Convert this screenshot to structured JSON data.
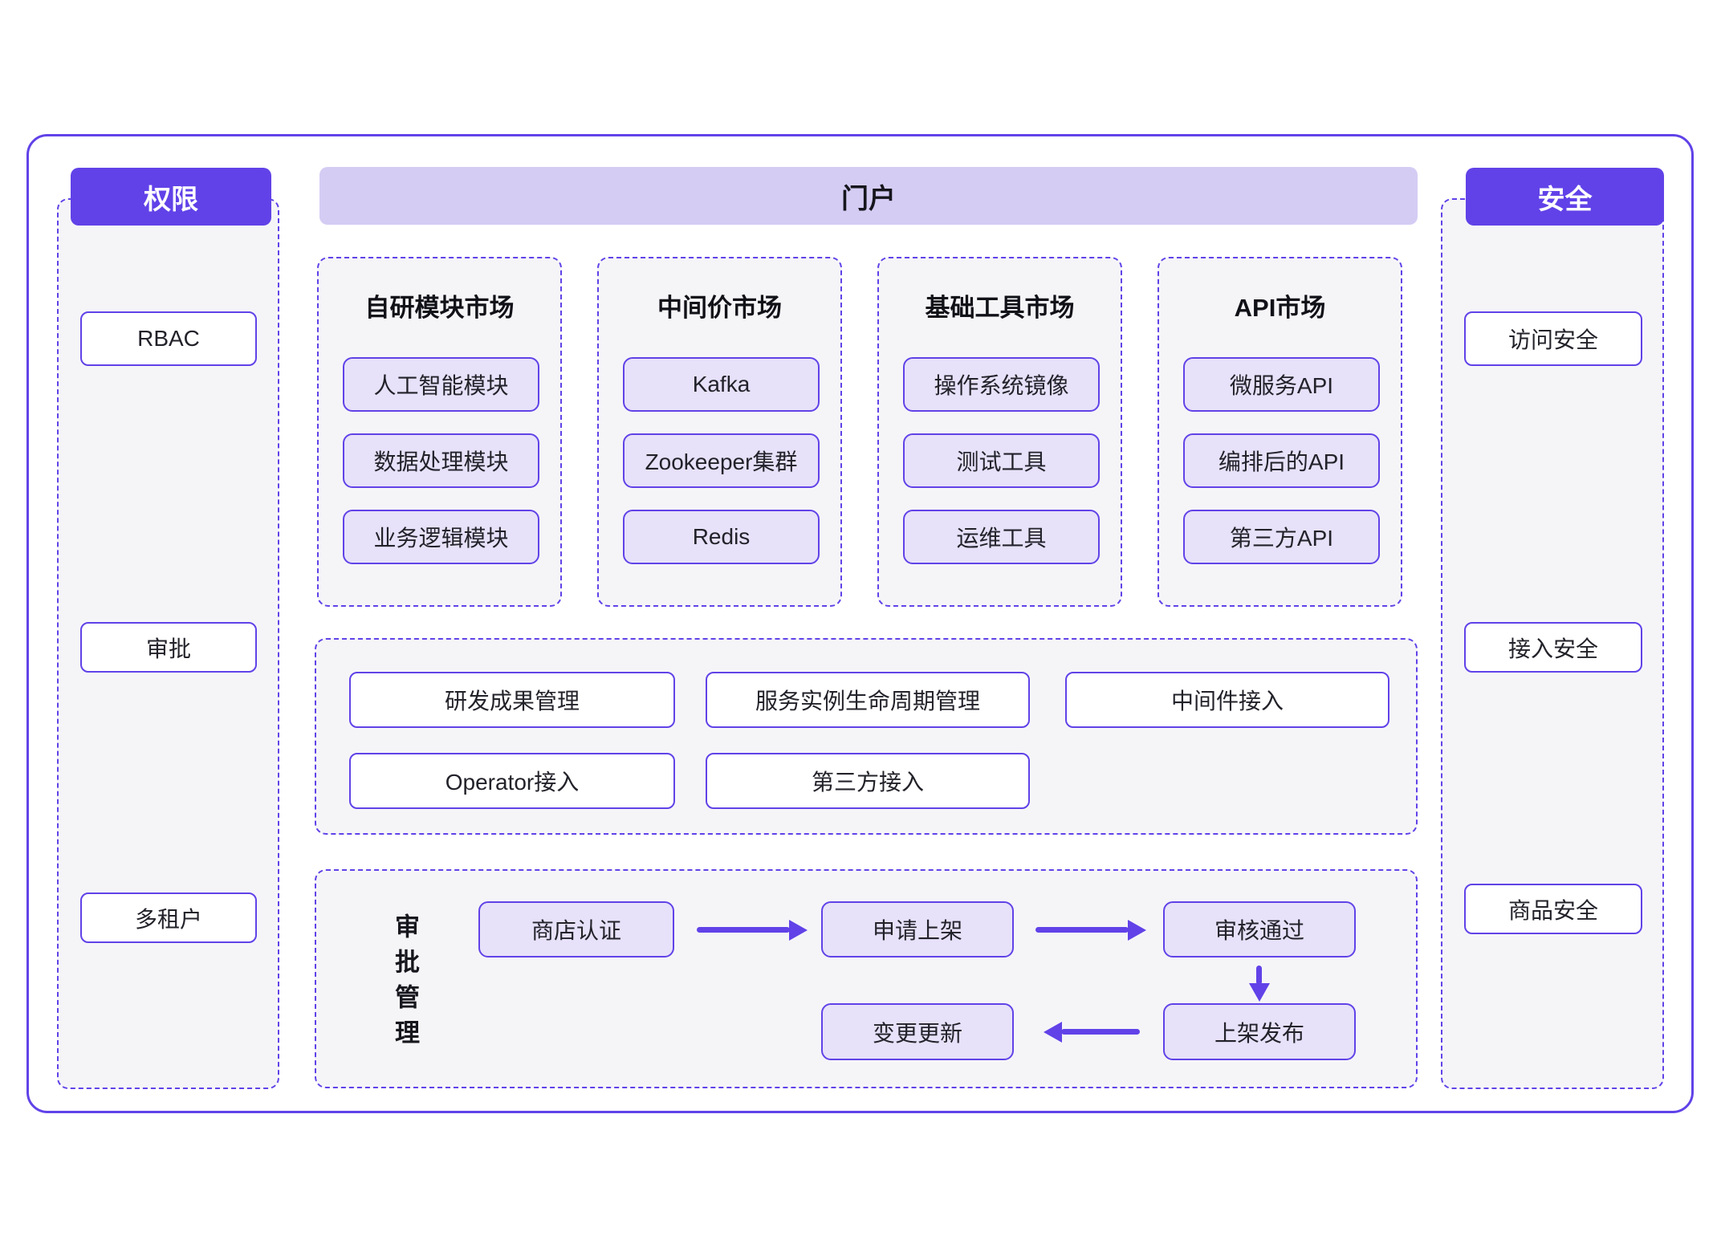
{
  "colors": {
    "accent": "#6142e8",
    "light_purple_fill": "#e7e1f9",
    "portal_bar_fill": "#d5ccf4",
    "panel_fill": "#f5f5f8"
  },
  "permission": {
    "title": "权限",
    "items": [
      "RBAC",
      "审批",
      "多租户"
    ]
  },
  "security": {
    "title": "安全",
    "items": [
      "访问安全",
      "接入安全",
      "商品安全"
    ]
  },
  "portal": {
    "title": "门户"
  },
  "markets": [
    {
      "title": "自研模块市场",
      "items": [
        "人工智能模块",
        "数据处理模块",
        "业务逻辑模块"
      ]
    },
    {
      "title": "中间价市场",
      "items": [
        "Kafka",
        "Zookeeper集群",
        "Redis"
      ]
    },
    {
      "title": "基础工具市场",
      "items": [
        "操作系统镜像",
        "测试工具",
        "运维工具"
      ]
    },
    {
      "title": "API市场",
      "items": [
        "微服务API",
        "编排后的API",
        "第三方API"
      ]
    }
  ],
  "management": {
    "row1": [
      "研发成果管理",
      "服务实例生命周期管理",
      "中间件接入"
    ],
    "row2": [
      "Operator接入",
      "第三方接入"
    ]
  },
  "approval": {
    "label": "审批管理",
    "steps": [
      "商店认证",
      "申请上架",
      "审核通过",
      "上架发布",
      "变更更新"
    ]
  }
}
